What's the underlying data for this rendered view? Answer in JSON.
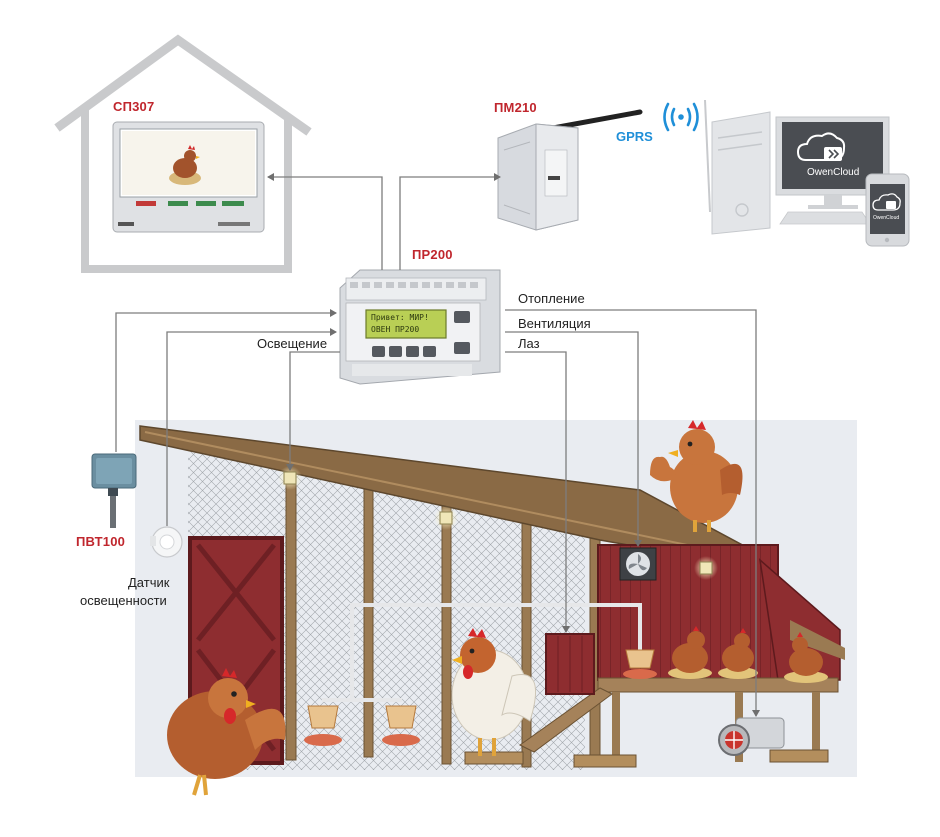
{
  "devices": {
    "panel": {
      "name": "СП307"
    },
    "modem": {
      "name": "ПМ210"
    },
    "controller": {
      "name": "ПР200",
      "screen_line1": "Привет: МИР!",
      "screen_line2": "ОВЕН ПР200"
    },
    "humidity_sensor": {
      "name": "ПВТ100"
    },
    "light_sensor": {
      "name_line1": "Датчик",
      "name_line2": "освещенности"
    }
  },
  "network": {
    "link_label": "GPRS",
    "cloud_label": "OwenCloud"
  },
  "signals": {
    "heating": "Отопление",
    "ventilation": "Вентиляция",
    "door": "Лаз",
    "lighting": "Освещение"
  },
  "colors": {
    "device_label": "#c0262d",
    "gprs": "#1f8fd8",
    "wires": "#7d7d7d",
    "house_outline": "#c9cacc",
    "coop_wood": "#8a6a45",
    "coop_red": "#8e2d30",
    "background_panel": "#e9ecf1"
  }
}
